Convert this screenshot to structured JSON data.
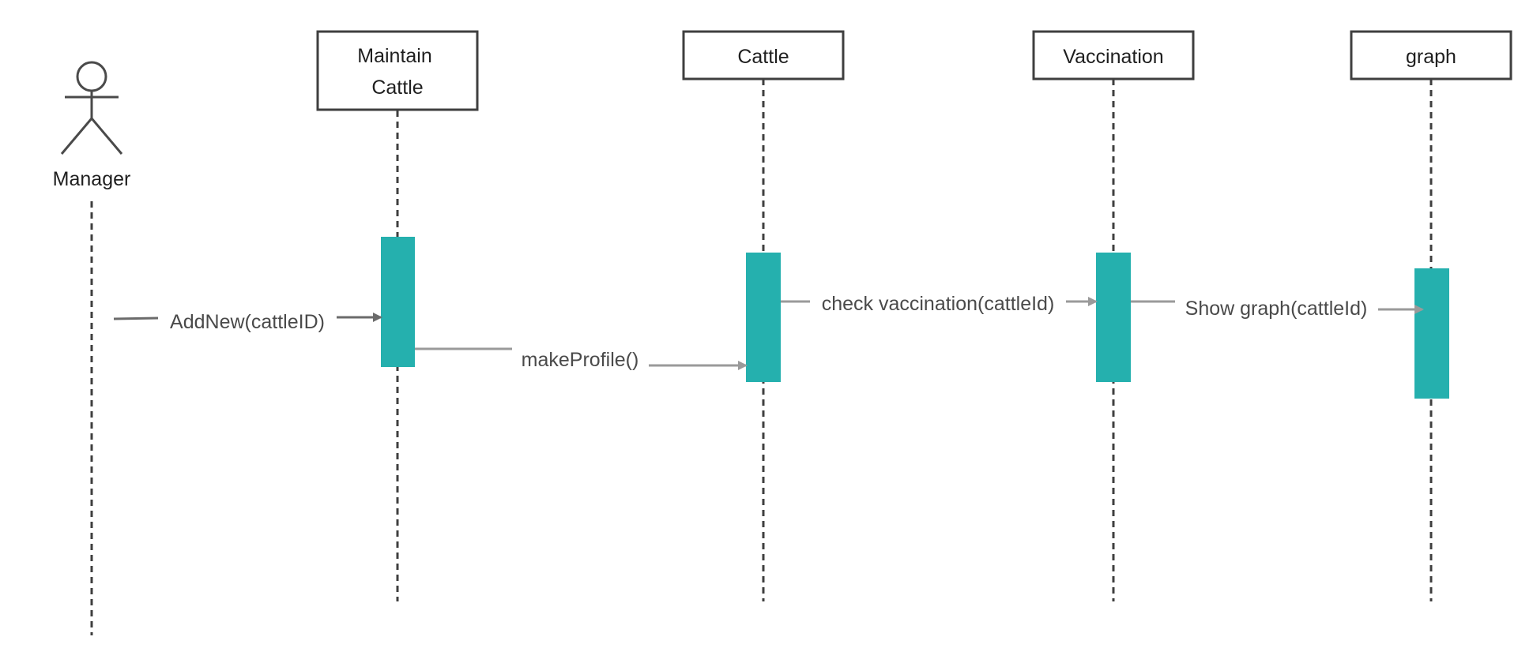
{
  "diagram": {
    "actor": {
      "label": "Manager"
    },
    "lifelines": [
      {
        "id": "maintain",
        "label_lines": [
          "Maintain",
          "Cattle"
        ]
      },
      {
        "id": "cattle",
        "label_lines": [
          "Cattle"
        ]
      },
      {
        "id": "vaccination",
        "label_lines": [
          "Vaccination"
        ]
      },
      {
        "id": "graph",
        "label_lines": [
          "graph"
        ]
      }
    ],
    "messages": [
      {
        "from": "manager",
        "to": "maintain",
        "label": "AddNew(cattleID)"
      },
      {
        "from": "maintain",
        "to": "cattle",
        "label": "makeProfile()"
      },
      {
        "from": "cattle",
        "to": "vaccination",
        "label": "check vaccination(cattleId)"
      },
      {
        "from": "vaccination",
        "to": "graph",
        "label": "Show graph(cattleId)"
      }
    ],
    "colors": {
      "activation": "#25b0ae",
      "box_stroke": "#3f3f3f",
      "lifeline": "#3f3f3f",
      "message_line": "#9a9a9a",
      "first_message_line": "#6b6b6b"
    }
  }
}
